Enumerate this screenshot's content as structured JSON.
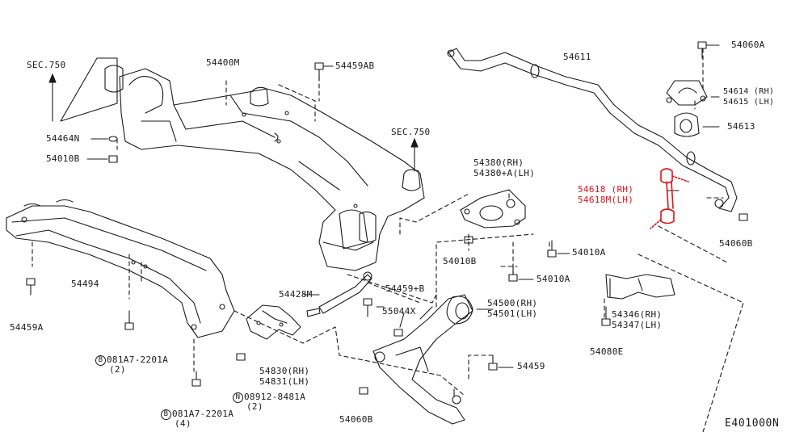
{
  "diagram_id": "E401000N",
  "section_refs": [
    "SEC.750",
    "SEC.750"
  ],
  "parts": [
    {
      "id": "p_54400M",
      "text": "54400M"
    },
    {
      "id": "p_54459AB",
      "text": "54459AB"
    },
    {
      "id": "p_54464N",
      "text": "54464N"
    },
    {
      "id": "p_54010B",
      "text": "54010B"
    },
    {
      "id": "p_54494",
      "text": "54494"
    },
    {
      "id": "p_54459A",
      "text": "54459A"
    },
    {
      "id": "p_54428M",
      "text": "54428M"
    },
    {
      "id": "p_54459B",
      "text": "54459+B"
    },
    {
      "id": "p_55044X",
      "text": "55044X"
    },
    {
      "id": "p_54830",
      "text": "54830(RH)"
    },
    {
      "id": "p_54831",
      "text": "54831(LH)"
    },
    {
      "id": "p_54380",
      "text": "54380(RH)"
    },
    {
      "id": "p_54380A",
      "text": "54380+A(LH)"
    },
    {
      "id": "p_54010B2",
      "text": "54010B"
    },
    {
      "id": "p_54010A",
      "text": "54010A"
    },
    {
      "id": "p_54010A2",
      "text": "54010A"
    },
    {
      "id": "p_54500",
      "text": "54500(RH)"
    },
    {
      "id": "p_54501",
      "text": "54501(LH)"
    },
    {
      "id": "p_54459",
      "text": "54459"
    },
    {
      "id": "p_54060B",
      "text": "54060B"
    },
    {
      "id": "p_54611",
      "text": "54611"
    },
    {
      "id": "p_54060A",
      "text": "54060A"
    },
    {
      "id": "p_54614",
      "text": "54614 (RH)"
    },
    {
      "id": "p_54615",
      "text": "54615 (LH)"
    },
    {
      "id": "p_54613",
      "text": "54613"
    },
    {
      "id": "p_54618",
      "text": "54618 (RH)"
    },
    {
      "id": "p_54618M",
      "text": "54618M(LH)"
    },
    {
      "id": "p_54060B2",
      "text": "54060B"
    },
    {
      "id": "p_54346",
      "text": "54346(RH)"
    },
    {
      "id": "p_54347",
      "text": "54347(LH)"
    },
    {
      "id": "p_54080E",
      "text": "54080E"
    }
  ],
  "bolts": [
    {
      "id": "b1",
      "code_letter": "B",
      "code": "081A7-2201A",
      "qty": "(2)"
    },
    {
      "id": "b2",
      "code_letter": "N",
      "code": "08912-8481A",
      "qty": "(2)"
    },
    {
      "id": "b3",
      "code_letter": "B",
      "code": "081A7-2201A",
      "qty": "(4)"
    }
  ],
  "colors": {
    "ink": "#1a1a1a",
    "highlight": "#e0121b",
    "background": "#ffffff"
  }
}
